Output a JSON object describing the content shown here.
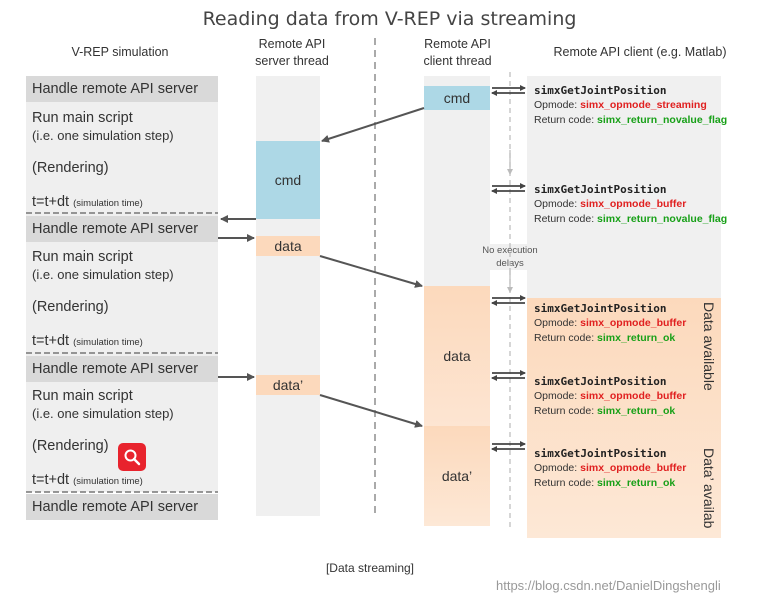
{
  "title": "Reading data from V-REP via streaming",
  "columns": {
    "sim": "V-REP simulation",
    "server": [
      "Remote API",
      "server thread"
    ],
    "client_thread": [
      "Remote API",
      "client thread"
    ],
    "client": "Remote API client (e.g. Matlab)"
  },
  "sim_steps": [
    {
      "handle": "Handle remote API server",
      "run": "Run main script",
      "run_sub": "(i.e. one simulation step)",
      "render": "(Rendering)",
      "time": "t=t+dt",
      "time_sub": "(simulation time)"
    },
    {
      "handle": "Handle remote API server",
      "run": "Run main script",
      "run_sub": "(i.e. one simulation step)",
      "render": "(Rendering)",
      "time": "t=t+dt",
      "time_sub": "(simulation time)"
    },
    {
      "handle": "Handle remote API server",
      "run": "Run main script",
      "run_sub": "(i.e. one simulation step)",
      "render": "(Rendering)",
      "time": "t=t+dt",
      "time_sub": "(simulation time)"
    }
  ],
  "sim_last_handle": "Handle remote API server",
  "server_boxes": {
    "cmd": "cmd",
    "data": "data",
    "data2": "data’"
  },
  "client_boxes": {
    "cmd": "cmd",
    "data": "data",
    "data2": "data’"
  },
  "no_exec": [
    "No execution",
    "delays"
  ],
  "calls": [
    {
      "fn": "simxGetJointPosition",
      "op_label": "Opmode:",
      "op": "simx_opmode_streaming",
      "rc_label": "Return code:",
      "rc": "simx_return_novalue_flag",
      "rc_color": "green"
    },
    {
      "fn": "simxGetJointPosition",
      "op_label": "Opmode:",
      "op": "simx_opmode_buffer",
      "rc_label": "Return code:",
      "rc": "simx_return_novalue_flag",
      "rc_color": "green"
    },
    {
      "fn": "simxGetJointPosition",
      "op_label": "Opmode:",
      "op": "simx_opmode_buffer",
      "rc_label": "Return code:",
      "rc": "simx_return_ok",
      "rc_color": "green"
    },
    {
      "fn": "simxGetJointPosition",
      "op_label": "Opmode:",
      "op": "simx_opmode_buffer",
      "rc_label": "Return code:",
      "rc": "simx_return_ok",
      "rc_color": "green"
    },
    {
      "fn": "simxGetJointPosition",
      "op_label": "Opmode:",
      "op": "simx_opmode_buffer",
      "rc_label": "Return code:",
      "rc": "simx_return_ok",
      "rc_color": "green"
    }
  ],
  "data_available": "Data  available",
  "data2_available": "Data’ availab",
  "caption": "[Data streaming]",
  "watermark": "https://blog.csdn.net/DanielDingshengli",
  "colors": {
    "cmd": "#add8e6",
    "data": "#fcd9bc",
    "red": "#e02020",
    "green": "#18a018"
  },
  "icons": {
    "zoom": "search-icon"
  }
}
